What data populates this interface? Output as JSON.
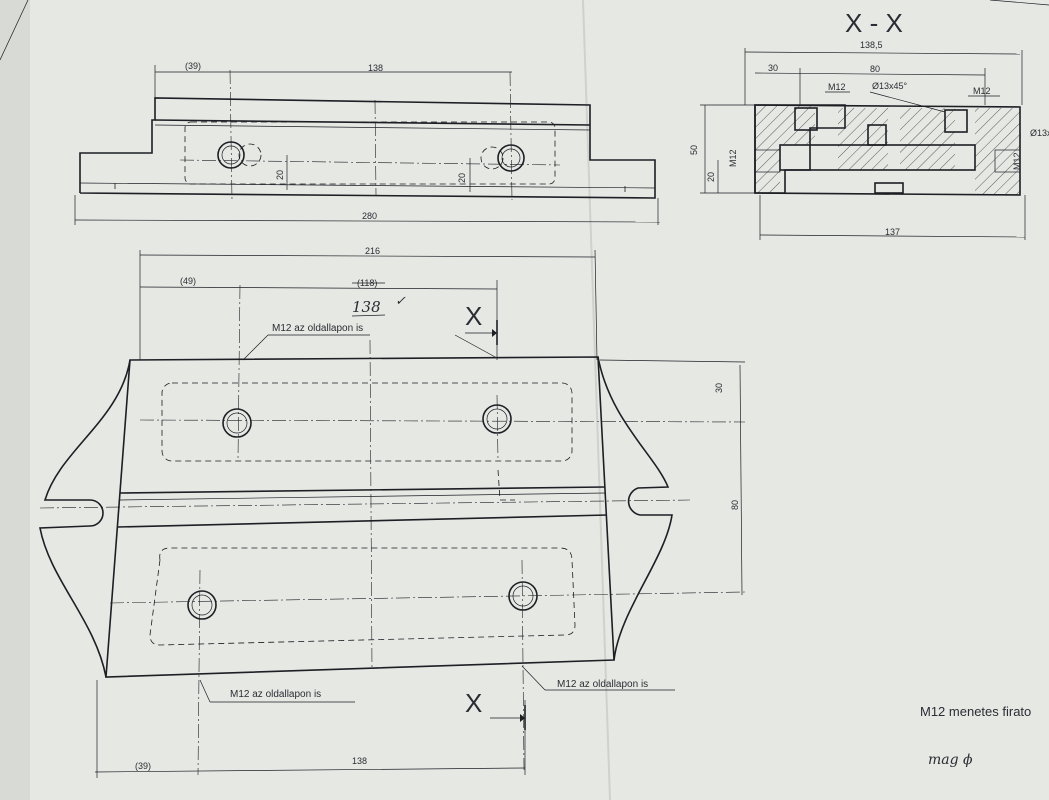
{
  "section_view": {
    "title": "X - X",
    "dims": {
      "overall_width": "138,5",
      "left_offset": "30",
      "inner_width": "80",
      "thread_top_left": "M12",
      "chamfer": "Ø13x45°",
      "thread_top_right": "M12",
      "height": "50",
      "hole_height": "20",
      "thread_side_left": "M12",
      "thread_side_right": "M12",
      "chamfer_right_cut": "Ø13x",
      "bottom_width": "137"
    }
  },
  "side_view": {
    "dims": {
      "left_paren": "(39)",
      "pitch": "138",
      "h_left": "20",
      "h_right": "20",
      "overall": "280"
    }
  },
  "top_view": {
    "dims": {
      "overall": "216",
      "left_paren": "(49)",
      "struck_paren": "(118)",
      "corrected": "138",
      "check_mark": "✓",
      "top_offset": "30",
      "center_span": "80",
      "bottom_left_paren": "(39)",
      "bottom_pitch": "138"
    },
    "notes": {
      "top_callout": "M12 az oldallapon is",
      "bottom_left_callout": "M12 az oldallapon is",
      "bottom_right_callout": "M12 az oldallapon is"
    },
    "section_markers": {
      "top": "X",
      "bottom": "X"
    }
  },
  "footer": {
    "note": "M12  menetes firato",
    "signature": "mag ϕ"
  },
  "colors": {
    "paper": "#e9ebe7",
    "ink": "#1c1f24",
    "pen": "#34348a"
  }
}
